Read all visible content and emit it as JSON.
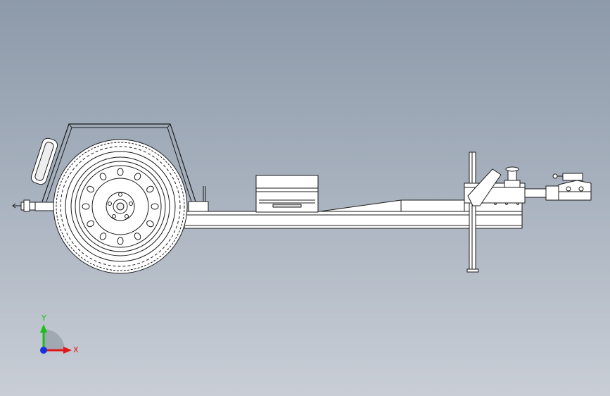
{
  "viewport": {
    "background_top": "#8d9aaa",
    "background_bottom": "#c9ced6",
    "line_color": "#1a1a1a",
    "part_fill": "#ffffff"
  },
  "model": {
    "components": [
      {
        "name": "wheel-and-tire",
        "icon": "tire-icon"
      },
      {
        "name": "fender",
        "icon": "fender-icon"
      },
      {
        "name": "tail-light",
        "icon": "lamp-icon"
      },
      {
        "name": "main-frame-rail",
        "icon": "beam-icon"
      },
      {
        "name": "toolbox",
        "icon": "box-icon"
      },
      {
        "name": "tongue",
        "icon": "tongue-icon"
      },
      {
        "name": "tongue-jack",
        "icon": "jack-icon"
      },
      {
        "name": "hitch-coupler",
        "icon": "coupler-icon"
      }
    ]
  },
  "triad": {
    "x_label": "X",
    "y_label": "Y",
    "x_color": "#e01818",
    "y_color": "#18c018",
    "z_color": "#1830e0"
  }
}
